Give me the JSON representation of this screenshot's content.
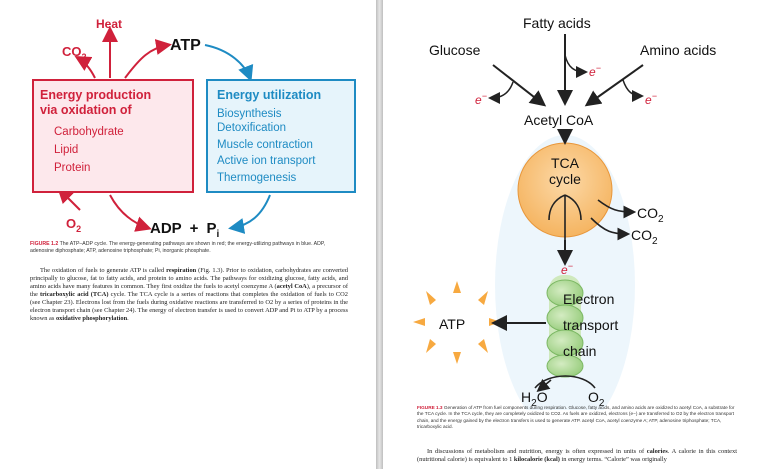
{
  "left": {
    "figure": {
      "heat": "Heat",
      "co2": "CO",
      "co2_sub": "2",
      "atp": "ATP",
      "production_box": {
        "title_line1": "Energy production",
        "title_line2": "via oxidation of",
        "items": [
          "Carbohydrate",
          "Lipid",
          "Protein"
        ]
      },
      "utilization_box": {
        "title": "Energy utilization",
        "items": [
          "Biosynthesis",
          "Detoxification",
          "Muscle contraction",
          "Active ion transport",
          "Thermogenesis"
        ]
      },
      "o2": "O",
      "o2_sub": "2",
      "adp": "ADP",
      "plus": "+",
      "pi": "P",
      "pi_sub": "i"
    },
    "caption": {
      "label": "FIGURE 1.2",
      "text": "The ATP–ADP cycle. The energy-generating pathways are shown in red; the energy-utilizing pathways in blue. ADP, adenosine diphosphate; ATP, adenosine triphosphate; Pi, inorganic phosphate."
    },
    "body": {
      "p1": "The oxidation of fuels to generate ATP is called",
      "t_respiration": "respiration",
      "p2": "(Fig. 1.3). Prior to oxidation, carbohydrates are converted principally to glucose, fat to fatty acids, and protein to amino acids. The pathways for oxidizing glucose, fatty acids, and amino acids have many features in common. They first oxidize the fuels to acetyl coenzyme A (",
      "t_acetylcoa": "acetyl CoA",
      "p3": "), a precursor of the",
      "t_tca": "tricarboxylic acid (TCA)",
      "p4": "cycle. The TCA cycle is a series of reactions that completes the oxidation of fuels to CO2 (see Chapter 23). Electrons lost from the fuels during oxidative reactions are transferred to O2 by a series of proteins in the electron transport chain (see Chapter 24). The energy of electron transfer is used to convert ADP and Pi to ATP by a process known as",
      "t_oxphos": "oxidative phosphorylation",
      "p5": "."
    }
  },
  "right": {
    "figure": {
      "fatty_acids": "Fatty acids",
      "glucose": "Glucose",
      "amino_acids": "Amino acids",
      "electron": "e",
      "electron_sup": "−",
      "acetyl_coa": "Acetyl CoA",
      "tca_line1": "TCA",
      "tca_line2": "cycle",
      "co2": "CO",
      "co2_sub": "2",
      "atp": "ATP",
      "etc_line1": "Electron",
      "etc_line2": "transport",
      "etc_line3": "chain",
      "h2o_h": "H",
      "h2o_sub": "2",
      "h2o_o": "O",
      "o2": "O",
      "o2_sub": "2"
    },
    "caption": {
      "label": "FIGURE 1.3",
      "text": "Generation of ATP from fuel components during respiration. Glucose, fatty acids, and amino acids are oxidized to acetyl CoA, a substrate for the TCA cycle. In the TCA cycle, they are completely oxidized to CO2. As fuels are oxidized, electrons (e−) are transferred to O2 by the electron transport chain, and the energy gained by the electron transfers is used to generate ATP. acetyl CoA, acetyl coenzyme A; ATP, adenosine triphosphate; TCA, tricarboxylic acid."
    },
    "body": {
      "p1": "In discussions of metabolism and nutrition, energy is often expressed in units of",
      "t_calories": "calories",
      "p2": ". A calorie in this context (nutritional calorie) is equivalent to 1",
      "t_kcal": "kilocalorie (kcal)",
      "p3": "in energy terms. “Calorie” was originally"
    }
  },
  "colors": {
    "red": "#d0213b",
    "blue": "#1e8bc3",
    "orange": "#f7a940",
    "tca_fill": "#f9c98d",
    "etc_fill": "#b9dca0"
  }
}
